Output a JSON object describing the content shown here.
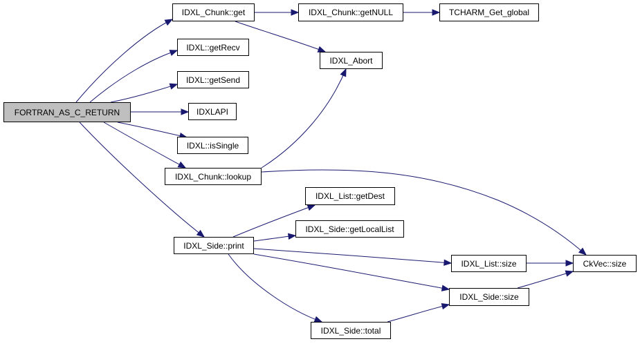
{
  "diagram": {
    "type": "call-graph",
    "colors": {
      "edge": "#191970",
      "root_fill": "#bfbfbf",
      "node_fill": "#ffffff",
      "node_border": "#000000"
    },
    "nodes": [
      {
        "id": "root",
        "label": "FORTRAN_AS_C_RETURN",
        "root": true
      },
      {
        "id": "chunk_get",
        "label": "IDXL_Chunk::get"
      },
      {
        "id": "chunk_getnull",
        "label": "IDXL_Chunk::getNULL"
      },
      {
        "id": "tcharm_get_global",
        "label": "TCHARM_Get_global"
      },
      {
        "id": "getrecv",
        "label": "IDXL::getRecv"
      },
      {
        "id": "abort",
        "label": "IDXL_Abort"
      },
      {
        "id": "getsend",
        "label": "IDXL::getSend"
      },
      {
        "id": "idxlapi",
        "label": "IDXLAPI"
      },
      {
        "id": "issingle",
        "label": "IDXL::isSingle"
      },
      {
        "id": "chunk_lookup",
        "label": "IDXL_Chunk::lookup"
      },
      {
        "id": "list_getdest",
        "label": "IDXL_List::getDest"
      },
      {
        "id": "side_getlocallist",
        "label": "IDXL_Side::getLocalList"
      },
      {
        "id": "side_print",
        "label": "IDXL_Side::print"
      },
      {
        "id": "list_size",
        "label": "IDXL_List::size"
      },
      {
        "id": "ckvec_size",
        "label": "CkVec::size"
      },
      {
        "id": "side_size",
        "label": "IDXL_Side::size"
      },
      {
        "id": "side_total",
        "label": "IDXL_Side::total"
      }
    ],
    "edges": [
      {
        "from": "root",
        "to": "chunk_get"
      },
      {
        "from": "root",
        "to": "getrecv"
      },
      {
        "from": "root",
        "to": "getsend"
      },
      {
        "from": "root",
        "to": "idxlapi"
      },
      {
        "from": "root",
        "to": "issingle"
      },
      {
        "from": "root",
        "to": "chunk_lookup"
      },
      {
        "from": "root",
        "to": "side_print"
      },
      {
        "from": "chunk_get",
        "to": "chunk_getnull"
      },
      {
        "from": "chunk_get",
        "to": "abort"
      },
      {
        "from": "chunk_getnull",
        "to": "tcharm_get_global"
      },
      {
        "from": "chunk_lookup",
        "to": "abort"
      },
      {
        "from": "chunk_lookup",
        "to": "ckvec_size"
      },
      {
        "from": "side_print",
        "to": "list_getdest"
      },
      {
        "from": "side_print",
        "to": "side_getlocallist"
      },
      {
        "from": "side_print",
        "to": "list_size"
      },
      {
        "from": "side_print",
        "to": "side_size"
      },
      {
        "from": "side_print",
        "to": "side_total"
      },
      {
        "from": "list_size",
        "to": "ckvec_size"
      },
      {
        "from": "side_size",
        "to": "ckvec_size"
      },
      {
        "from": "side_total",
        "to": "side_size"
      }
    ]
  }
}
